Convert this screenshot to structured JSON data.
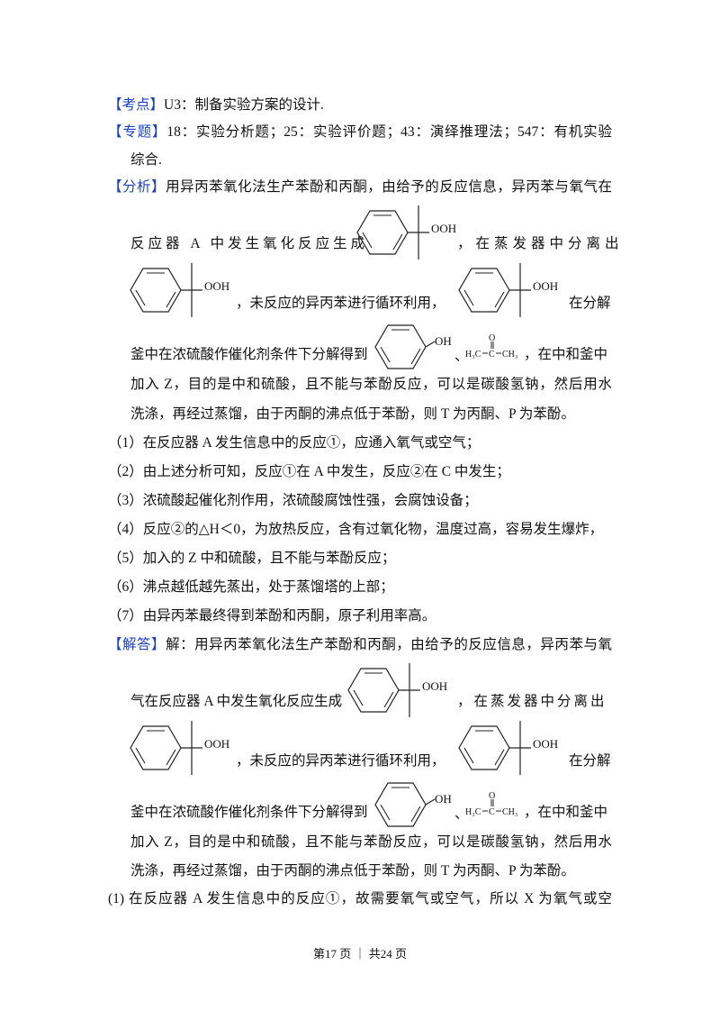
{
  "kaodian": {
    "tag": "【考点】",
    "text": "U3：制备实验方案的设计."
  },
  "zhuanti": {
    "tag": "【专题】",
    "text": "18：实验分析题；25：实验评价题；43：演绎推理法；547：有机实验",
    "cont": "综合."
  },
  "fenxi": {
    "tag": "【分析】",
    "l1": "用异丙苯氧化法生产苯酚和丙酮，由给予的反应信息，异丙苯与氧气在",
    "l2a": "反应器 A 中发生氧化反应生成",
    "l2b": "，在蒸发器中分离出",
    "l3a": "，未反应的异丙苯进行循环利用，",
    "l3b": "在分解",
    "l4a": "釜中在浓硫酸作催化剂条件下分解得到",
    "l4sep": "、",
    "l4b": "，在中和釜中",
    "l5": "加入 Z，目的是中和硫酸，且不能与苯酚反应，可以是碳酸氢钠，然后用水",
    "l6": "洗涤，再经过蒸馏，由于丙酮的沸点低于苯酚，则 T 为丙酮、P 为苯酚。",
    "items": [
      "（1）在反应器 A 发生信息中的反应①，应通入氧气或空气；",
      "（2）由上述分析可知，反应①在 A 中发生，反应②在 C 中发生；",
      "（3）浓硫酸起催化剂作用，浓硫酸腐蚀性强，会腐蚀设备；",
      "（4）反应②的△H＜0，为放热反应，含有过氧化物，温度过高，容易发生爆炸，",
      "（5）加入的 Z 中和硫酸，且不能与苯酚反应；",
      "（6）沸点越低越先蒸出，处于蒸馏塔的上部；",
      "（7）由异丙苯最终得到苯酚和丙酮，原子利用率高。"
    ]
  },
  "jieda": {
    "tag": "【解答】",
    "l1": "解：用异丙苯氧化法生产苯酚和丙酮，由给予的反应信息，异丙苯与氧",
    "l2a": "气在反应器 A 中发生氧化反应生成",
    "l2b": "，在蒸发器中分离出",
    "l3a": "，未反应的异丙苯进行循环利用，",
    "l3b": "在分解",
    "l4a": "釜中在浓硫酸作催化剂条件下分解得到",
    "l4sep": "、",
    "l4b": "，在中和釜中",
    "l5": "加入 Z，目的是中和硫酸，且不能与苯酚反应，可以是碳酸氢钠，然后用水",
    "l6": "洗涤，再经过蒸馏，由于丙酮的沸点低于苯酚，则 T 为丙酮、P 为苯酚。",
    "l7": "(1) 在反应器 A 发生信息中的反应①，故需要氧气或空气，所以 X 为氧气或空"
  },
  "structures": {
    "hydroperoxide_label": "OOH",
    "phenol_label": "OH",
    "acetone_left": "H₃C",
    "acetone_c": "C",
    "acetone_o": "O",
    "acetone_right": "CH₃"
  },
  "footer": {
    "text": "第17 页 ｜ 共24 页"
  },
  "colors": {
    "tag": "#1a3fcf"
  }
}
